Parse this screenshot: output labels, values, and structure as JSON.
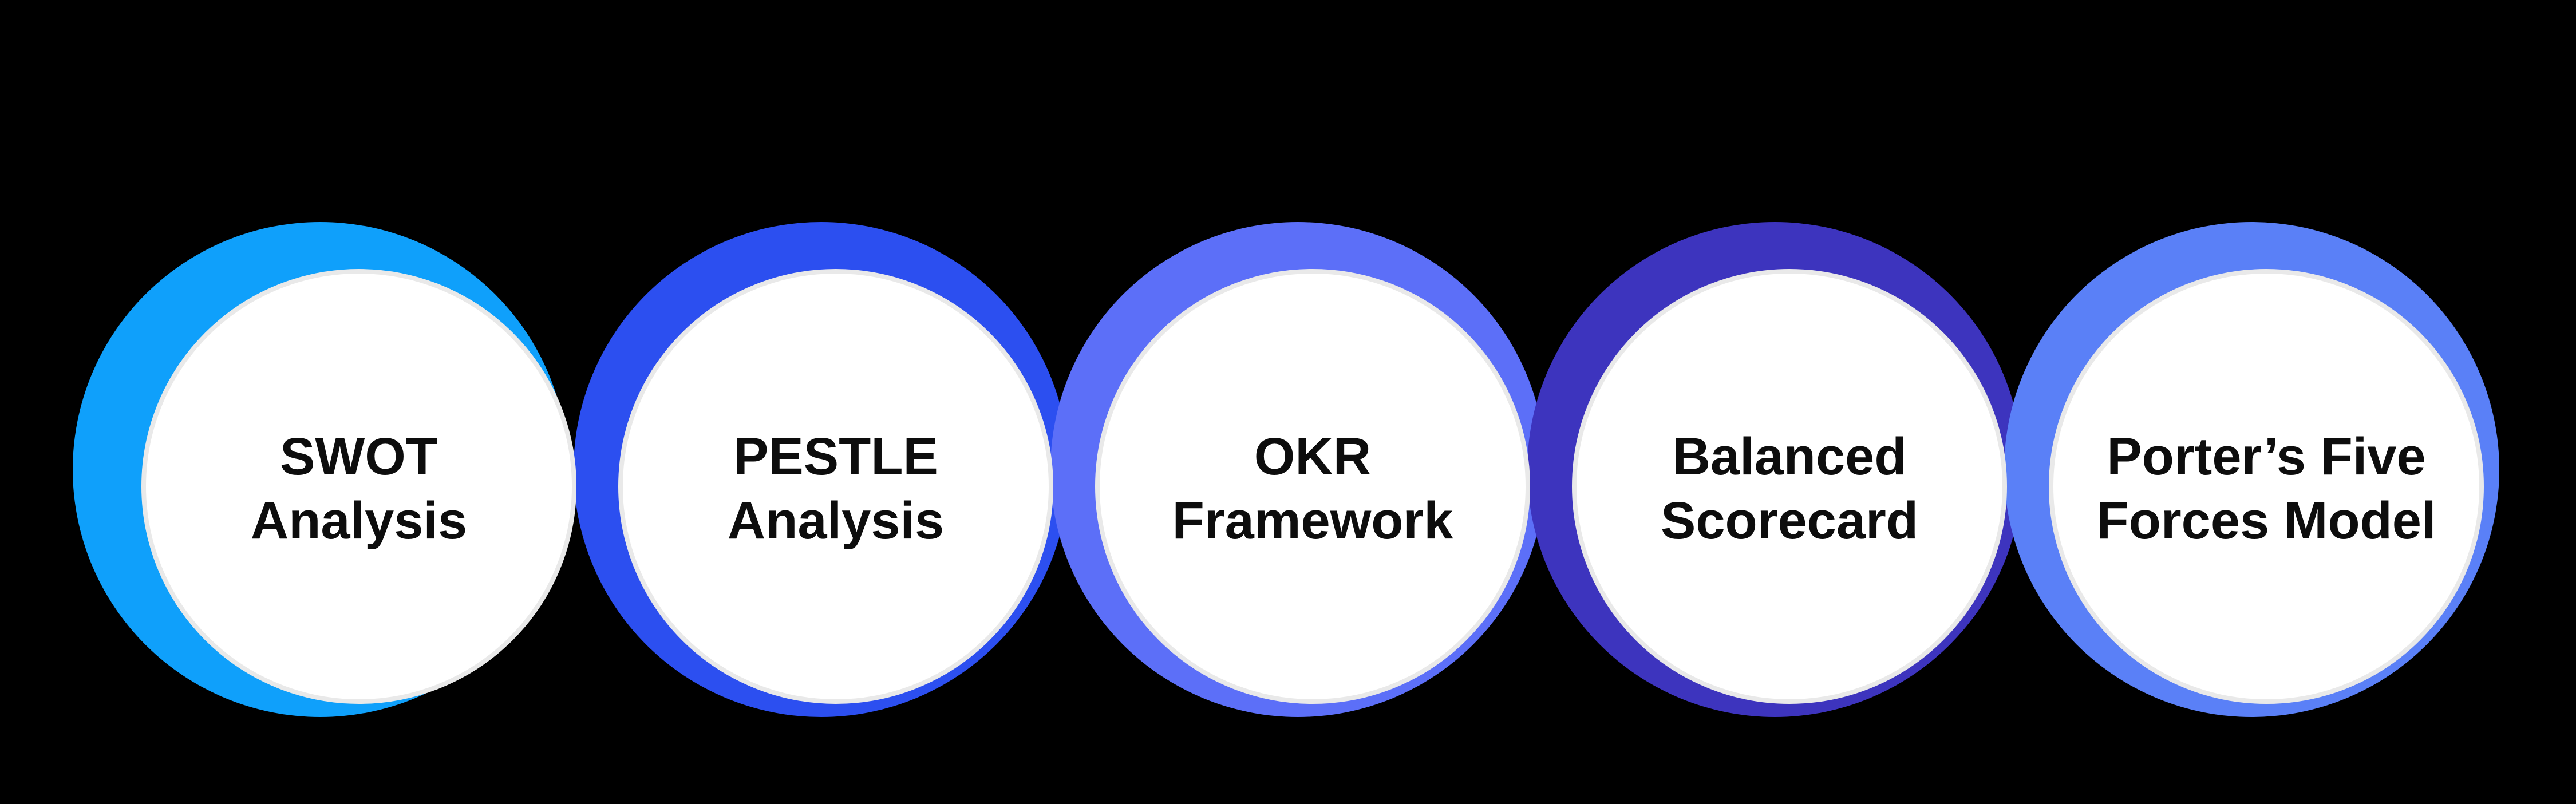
{
  "background_color": "#000000",
  "text_color": "#0d0d0d",
  "disc_color": "#ffffff",
  "disc_rim_color": "#e9e9e9",
  "items": [
    {
      "label": "SWOT Analysis",
      "line1": "SWOT",
      "line2": "Analysis",
      "color": "#0FA0FB"
    },
    {
      "label": "PESTLE Analysis",
      "line1": "PESTLE",
      "line2": "Analysis",
      "color": "#2C4FF0"
    },
    {
      "label": "OKR Framework",
      "line1": "OKR",
      "line2": "Framework",
      "color": "#5C6FF8"
    },
    {
      "label": "Balanced Scorecard",
      "line1": "Balanced",
      "line2": "Scorecard",
      "color": "#3D34BE"
    },
    {
      "label": "Porter’s Five Forces Model",
      "line1": "Porter’s Five",
      "line2": "Forces Model",
      "color": "#5A80F7"
    }
  ]
}
